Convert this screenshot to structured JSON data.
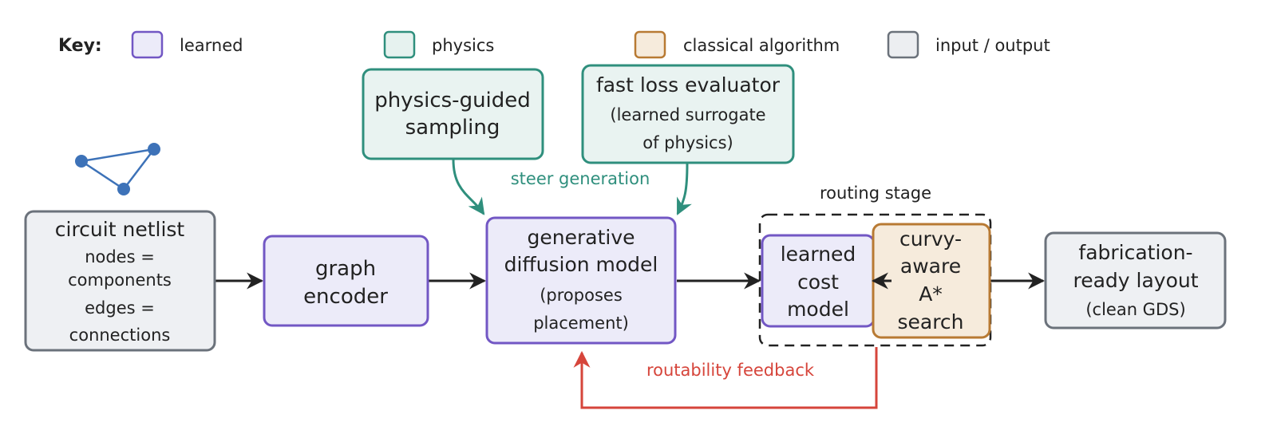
{
  "key": {
    "heading": "Key:",
    "items": [
      {
        "label": "learned",
        "fill": "#ecebf9",
        "stroke": "#7257c4"
      },
      {
        "label": "physics",
        "fill": "#e6f2ef",
        "stroke": "#2f8f7d"
      },
      {
        "label": "classical algorithm",
        "fill": "#f6ebdc",
        "stroke": "#b87a33"
      },
      {
        "label": "input / output",
        "fill": "#eceef1",
        "stroke": "#6b727b"
      }
    ]
  },
  "colors": {
    "learned_fill": "#ecebf9",
    "learned_stroke": "#7257c4",
    "physics_fill": "#e9f3f1",
    "physics_stroke": "#2f8f7d",
    "classical_fill": "#f6ebdc",
    "classical_stroke": "#b87a33",
    "io_fill": "#eef0f3",
    "io_stroke": "#6b727b",
    "arrow": "#222222",
    "feedback": "#d6453b",
    "steer": "#2f8f7d",
    "graph_node": "#3d72b8"
  },
  "nodes": {
    "netlist": {
      "title": "circuit netlist",
      "lines": [
        "nodes =",
        "components",
        "edges =",
        "connections"
      ]
    },
    "encoder": {
      "lines": [
        "graph",
        "encoder"
      ]
    },
    "diffusion": {
      "lines": [
        "generative",
        "diffusion model"
      ],
      "sub": [
        "(proposes",
        "placement)"
      ]
    },
    "sampling": {
      "lines": [
        "physics-guided",
        "sampling"
      ]
    },
    "evaluator": {
      "title": "fast loss evaluator",
      "sub": [
        "(learned surrogate",
        "of physics)"
      ]
    },
    "cost_model": {
      "lines": [
        "learned",
        "cost",
        "model"
      ]
    },
    "astar": {
      "lines": [
        "curvy-",
        "aware",
        "A*",
        "search"
      ]
    },
    "layout": {
      "lines": [
        "fabrication-",
        "ready layout"
      ],
      "sub": [
        "(clean GDS)"
      ]
    }
  },
  "labels": {
    "steer": "steer generation",
    "routing_stage": "routing stage",
    "feedback": "routability feedback"
  }
}
